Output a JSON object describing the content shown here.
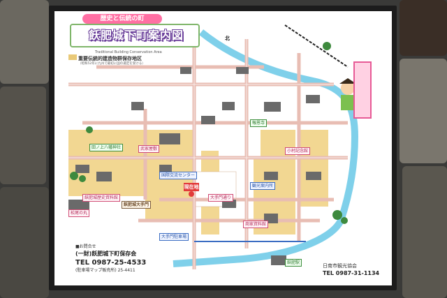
{
  "scene": {
    "wall_color": "#5f5c55",
    "board_color": "#1c1c1c",
    "river_color": "#7fd0ea",
    "road_color": "#e8bdb3",
    "district_color": "#f2d792",
    "accent_pink": "#ff6fa3",
    "title_purple": "#6a3f9a"
  },
  "sign": {
    "subtitle": "歴史と伝統の町",
    "title": "飫肥城下町案内図",
    "legend_en": "Traditional Building Conservation Area",
    "legend_jp": "重要伝統的建造物群保存地区",
    "legend_note": "（昭和52年に九州で最初に国の選定を受ける）",
    "compass_north": "北"
  },
  "labels": {
    "castle_gate": "飫肥城大手門",
    "history_museum": "飫肥城歴史資料館",
    "yoshokan": "松尾の丸",
    "here": "現在地",
    "parking": "大手門駐車場",
    "otemon_street": "大手門通り",
    "station": "飫肥駅",
    "shrine": "田ノ上八幡神社",
    "komura": "小村記念館",
    "museum": "国際交流センター",
    "chamber": "商家資料館",
    "temple": "報恩寺",
    "samurai": "武家屋敷",
    "tourist_info": "観光案内所"
  },
  "contact": {
    "header": "■お問合せ",
    "org": "(一財)飫肥城下町保存会",
    "tel": "TEL 0987-25-4533",
    "tel2": "(駐車場マップ販売所) 25-4411"
  },
  "footer": {
    "org": "日南市観光協会",
    "tel": "TEL 0987-31-1134"
  }
}
